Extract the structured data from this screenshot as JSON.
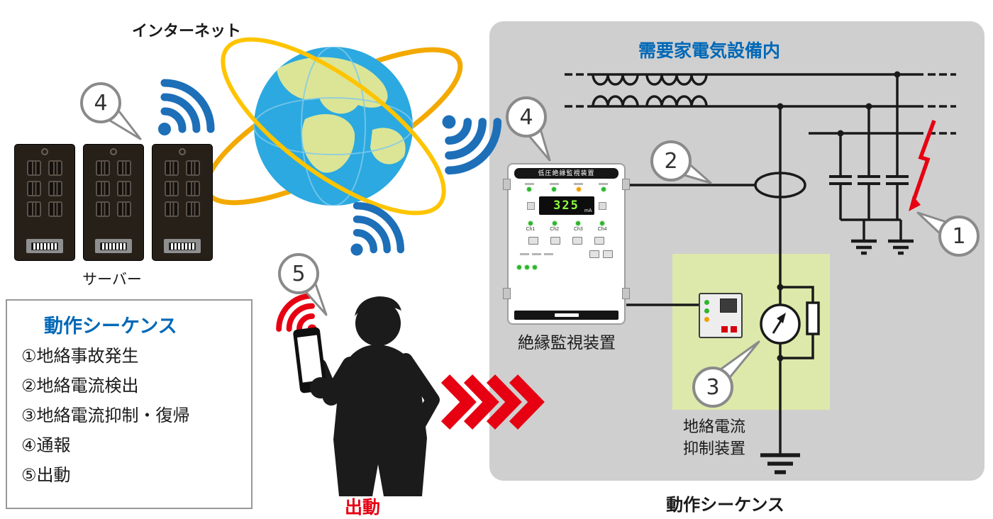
{
  "colors": {
    "accent_blue": "#0068b7",
    "alert_red": "#e60012",
    "wifi_blue": "#1d6fb8",
    "panel_gray": "#cfcfcf",
    "suppressor_green_bg": "#dde9aa",
    "globe_ocean": "#2ba9e0",
    "orbit_gold": "#f3a900"
  },
  "internet_label": "インターネット",
  "servers_label": "サーバー",
  "sequence_box": {
    "title": "動作シーケンス",
    "items": [
      "①地絡事故発生",
      "②地絡電流検出",
      "③地絡電流抑制・復帰",
      "④通報",
      "⑤出動"
    ]
  },
  "dispatch_label": "出動",
  "facility": {
    "title": "需要家電気設備内",
    "bottom_caption": "動作シーケンス"
  },
  "monitor": {
    "panel_header": "低圧絶縁監視装置",
    "display_value": "325",
    "display_unit": "mA",
    "channels": [
      "Ch1",
      "Ch2",
      "Ch3",
      "Ch4"
    ],
    "caption": "絶縁監視装置"
  },
  "suppressor": {
    "caption_line1": "地絡電流",
    "caption_line2": "抑制装置"
  },
  "callouts": {
    "1": "1",
    "2": "2",
    "3": "3",
    "4": "4",
    "5": "5"
  }
}
